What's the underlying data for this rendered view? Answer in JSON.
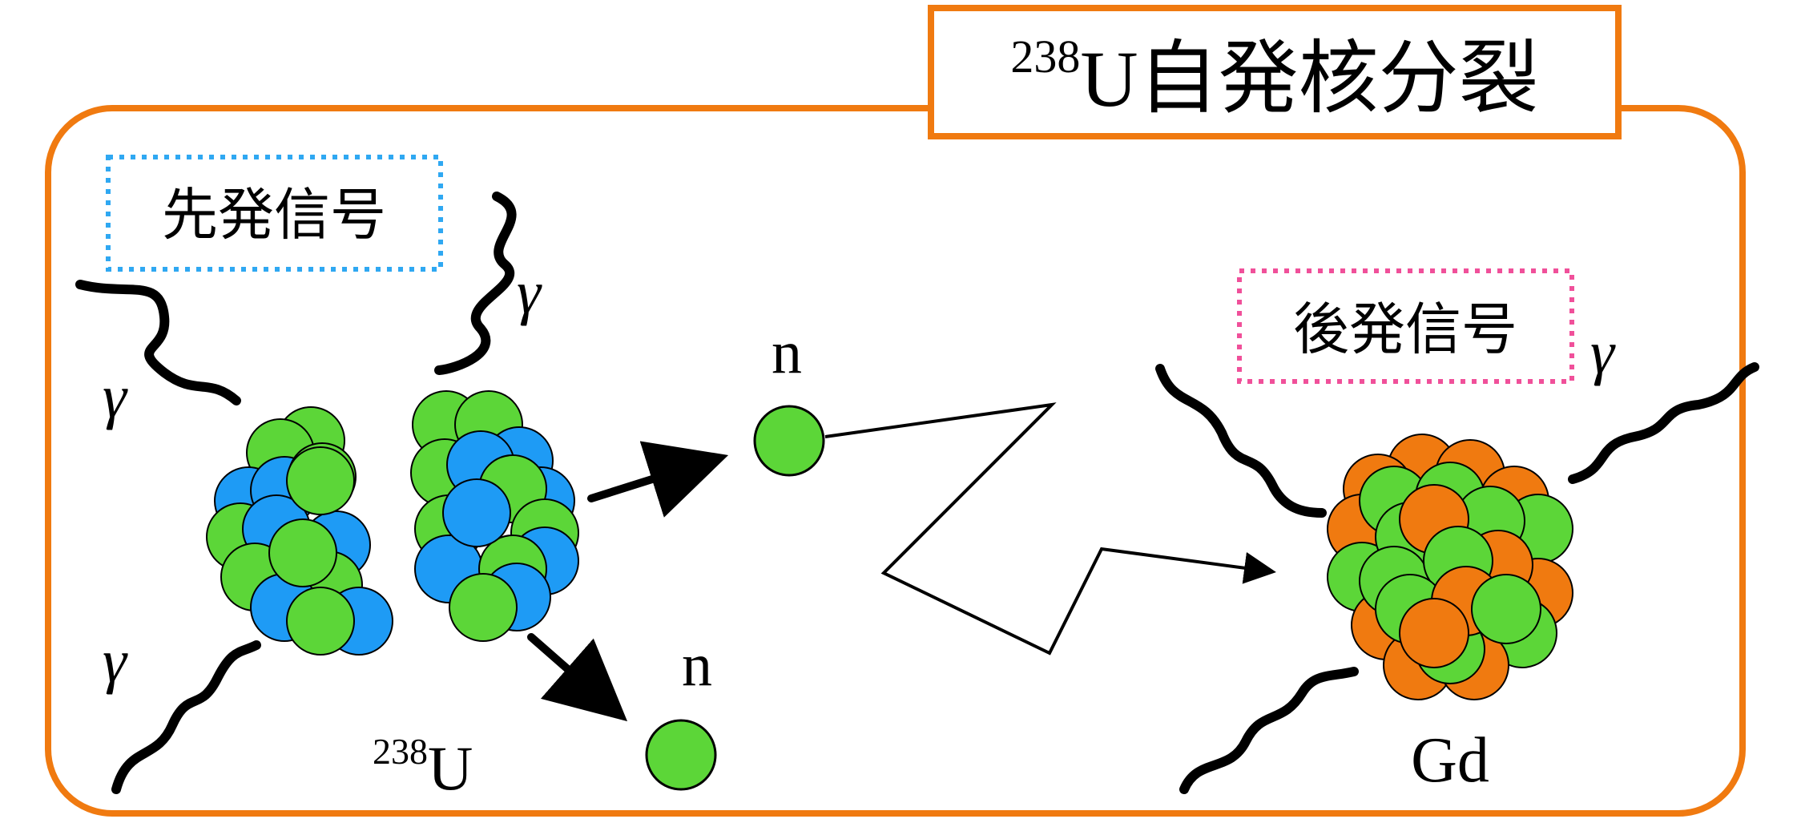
{
  "title": {
    "super": "238",
    "base": "U",
    "rest": "自発核分裂"
  },
  "prompt_label": "先発信号",
  "delayed_label": "後発信号",
  "gamma_symbol": "γ",
  "neutron_label": "n",
  "uranium_label": {
    "super": "238",
    "base": "U"
  },
  "gd_label": "Gd",
  "colors": {
    "frame": "#F07A10",
    "green": "#5CD638",
    "blue": "#1E9BF5",
    "orange": "#F07A10",
    "prompt_border": "#2FA8F2",
    "delayed_border": "#F0509A",
    "line": "#000000"
  }
}
